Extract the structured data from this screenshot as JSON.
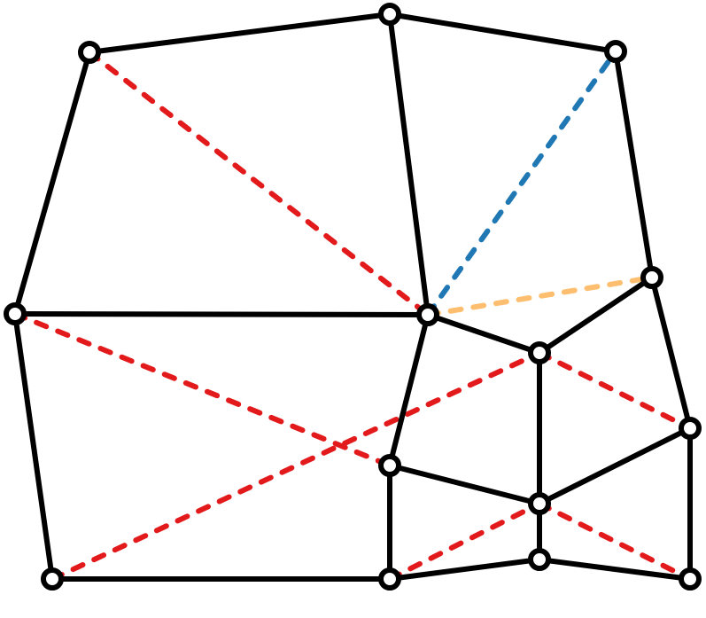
{
  "colors": {
    "edge": "#000000",
    "node_fill": "#ffffff",
    "red": "#e31a1c",
    "blue": "#1f78b4",
    "orange": "#fdbf6f"
  },
  "nodes": [
    {
      "id": "v1"
    },
    {
      "id": "v2"
    },
    {
      "id": "v3"
    },
    {
      "id": "v4"
    },
    {
      "id": "v5"
    },
    {
      "id": "v6"
    },
    {
      "id": "v7"
    },
    {
      "id": "v8"
    },
    {
      "id": "v9"
    },
    {
      "id": "v10"
    },
    {
      "id": "v11"
    },
    {
      "id": "v12"
    },
    {
      "id": "v13"
    },
    {
      "id": "v14"
    }
  ],
  "solid_edges": [
    [
      "v1",
      "v2"
    ],
    [
      "v2",
      "v3"
    ],
    [
      "v1",
      "v4"
    ],
    [
      "v2",
      "v5"
    ],
    [
      "v3",
      "v6"
    ],
    [
      "v4",
      "v5"
    ],
    [
      "v4",
      "v11"
    ],
    [
      "v5",
      "v7"
    ],
    [
      "v6",
      "v7"
    ],
    [
      "v6",
      "v8"
    ],
    [
      "v5",
      "v9"
    ],
    [
      "v7",
      "v10"
    ],
    [
      "v9",
      "v10"
    ],
    [
      "v8",
      "v10"
    ],
    [
      "v8",
      "v14"
    ],
    [
      "v9",
      "v12"
    ],
    [
      "v10",
      "v13"
    ],
    [
      "v11",
      "v12"
    ],
    [
      "v12",
      "v13"
    ],
    [
      "v13",
      "v14"
    ]
  ],
  "dashed_edges": [
    {
      "from": "v1",
      "to": "v5",
      "color": "red"
    },
    {
      "from": "v4",
      "to": "v9",
      "color": "red"
    },
    {
      "from": "v11",
      "to": "v7",
      "color": "red"
    },
    {
      "from": "v7",
      "to": "v8",
      "color": "red"
    },
    {
      "from": "v12",
      "to": "v10",
      "color": "red"
    },
    {
      "from": "v10",
      "to": "v14",
      "color": "red"
    },
    {
      "from": "v5",
      "to": "v3",
      "color": "blue"
    },
    {
      "from": "v5",
      "to": "v6",
      "color": "orange"
    }
  ]
}
